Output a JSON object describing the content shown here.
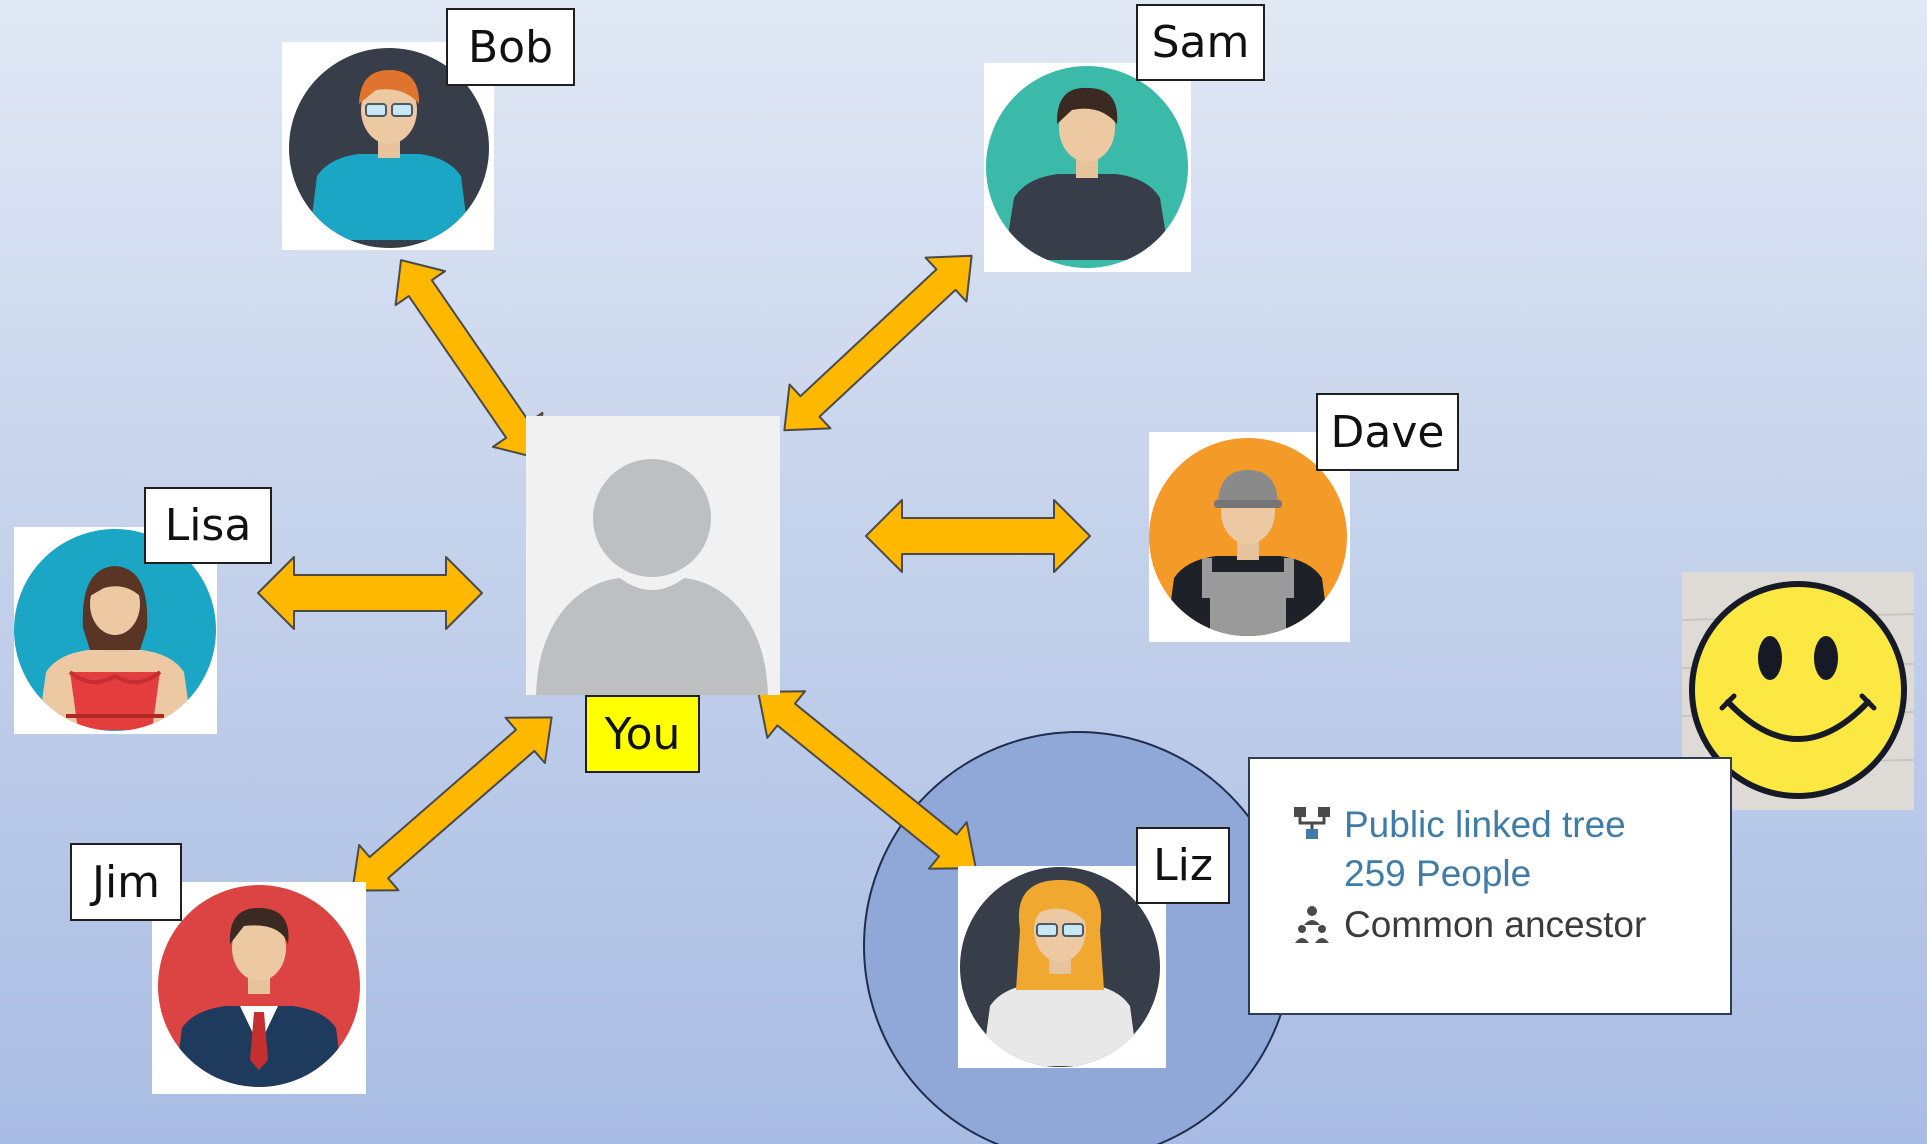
{
  "you": {
    "label": "You"
  },
  "people": {
    "bob": "Bob",
    "sam": "Sam",
    "dave": "Dave",
    "lisa": "Lisa",
    "jim": "Jim",
    "liz": "Liz"
  },
  "match_info": {
    "tree_type": "Public linked tree",
    "people_count": "259 People",
    "relationship": "Common ancestor"
  },
  "colors": {
    "arrow_fill": "#ffb800",
    "arrow_stroke": "#4a4a4a",
    "you_label_bg": "#ffff00",
    "liz_highlight": "#8fa8d8",
    "link_text": "#3f7ca8"
  }
}
